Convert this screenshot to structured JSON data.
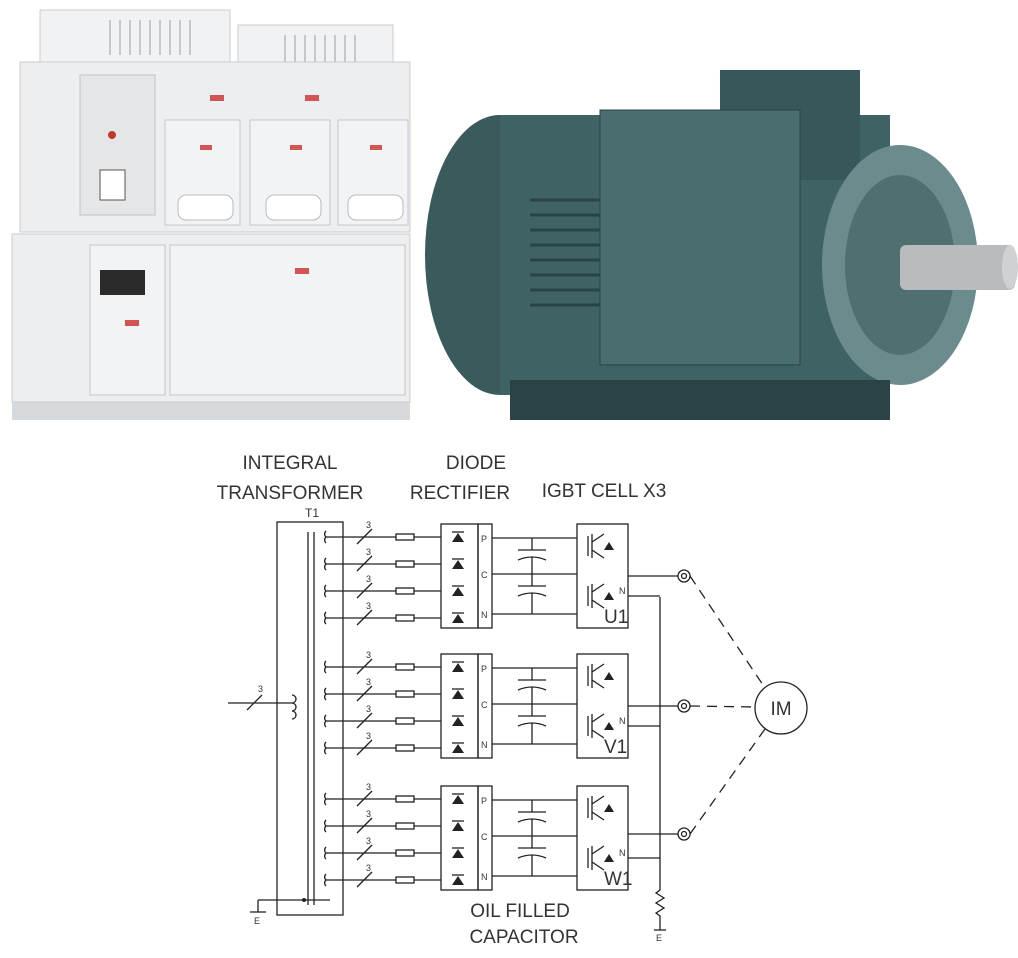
{
  "labels": {
    "integral_transformer_line1": "INTEGRAL",
    "integral_transformer_line2": "TRANSFORMER",
    "diode_rectifier_line1": "DIODE",
    "diode_rectifier_line2": "RECTIFIER",
    "igbt_cell": "IGBT CELL X3",
    "oil_capacitor_line1": "OIL FILLED",
    "oil_capacitor_line2": "CAPACITOR",
    "transformer_id": "T1",
    "motor": "IM",
    "wire_count": "3",
    "earth": "E"
  },
  "cells": [
    {
      "id": "U1",
      "terminals": [
        "P",
        "C",
        "N"
      ],
      "out_n": "N"
    },
    {
      "id": "V1",
      "terminals": [
        "P",
        "C",
        "N"
      ],
      "out_n": "N"
    },
    {
      "id": "W1",
      "terminals": [
        "P",
        "C",
        "N"
      ],
      "out_n": "N"
    }
  ],
  "colors": {
    "cabinet": "#eceef0",
    "cabinet_shadow": "#c9cdd1",
    "motor_body": "#3f6264",
    "motor_dark": "#2a4446",
    "shaft": "#b8bcbf",
    "line": "#222222"
  }
}
